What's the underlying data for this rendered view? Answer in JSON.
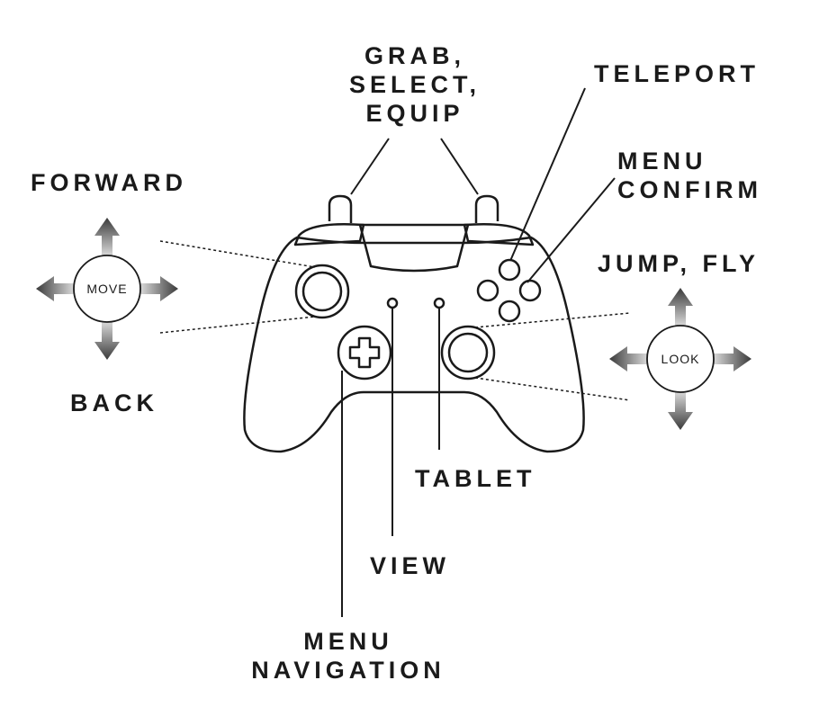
{
  "labels": {
    "grab": [
      "GRAB,",
      "SELECT,",
      "EQUIP"
    ],
    "teleport": "TELEPORT",
    "menu_confirm": [
      "MENU",
      "CONFIRM"
    ],
    "jump_fly": "JUMP, FLY",
    "forward": "FORWARD",
    "back": "BACK",
    "tablet": "TABLET",
    "view": "VIEW",
    "menu_navigation": [
      "MENU",
      "NAVIGATION"
    ]
  },
  "move_pad": {
    "label": "MOVE",
    "icon": "four-way-arrow-icon"
  },
  "look_pad": {
    "label": "LOOK",
    "icon": "four-way-arrow-icon"
  },
  "controller": {
    "icon": "gamepad-icon"
  },
  "colors": {
    "ink": "#1a1a1a",
    "arrow_dark": "#4a4a4a",
    "arrow_light": "#d0d0d0"
  }
}
